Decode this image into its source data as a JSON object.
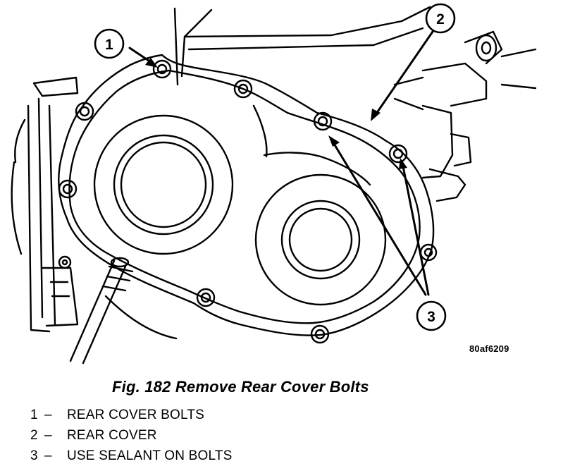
{
  "figure": {
    "code": "80af6209",
    "caption": "Fig. 182 Remove Rear Cover Bolts",
    "callouts": [
      "1",
      "2",
      "3"
    ]
  },
  "legend": [
    {
      "num": "1",
      "dash": "–",
      "text": "REAR COVER BOLTS"
    },
    {
      "num": "2",
      "dash": "–",
      "text": "REAR COVER"
    },
    {
      "num": "3",
      "dash": "–",
      "text": "USE SEALANT ON BOLTS"
    }
  ]
}
